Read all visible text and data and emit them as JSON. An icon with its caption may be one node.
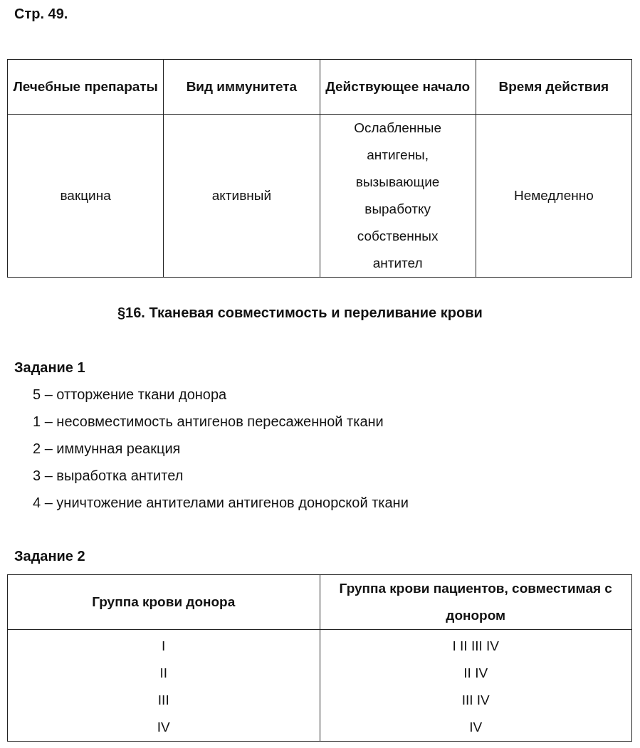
{
  "diagram": {
    "title": "Стр. 49.",
    "labels": [
      "Лечебные препараты",
      "Вид иммунитета",
      "Действующее начало",
      "Время действия",
      "вакцина",
      "активный",
      "Ослабленные антигены, вызывающие выработку собственных антител",
      "Немедленно",
      "§16. Тканевая совместимость и переливание крови",
      "Задание 1",
      "5 – отторжение ткани донора",
      "1 – несовместимость антигенов пересаженной ткани",
      "2 – иммунная реакция",
      "3 – выработка антител",
      "4 – уничтожение антителами антигенов донорской ткани",
      "Задание 2",
      "Группа крови донора",
      "Группа крови пациентов, совместимая с донором",
      "I",
      "I II III IV",
      "II",
      "II IV",
      "III",
      "III IV",
      "IV",
      "IV"
    ]
  }
}
